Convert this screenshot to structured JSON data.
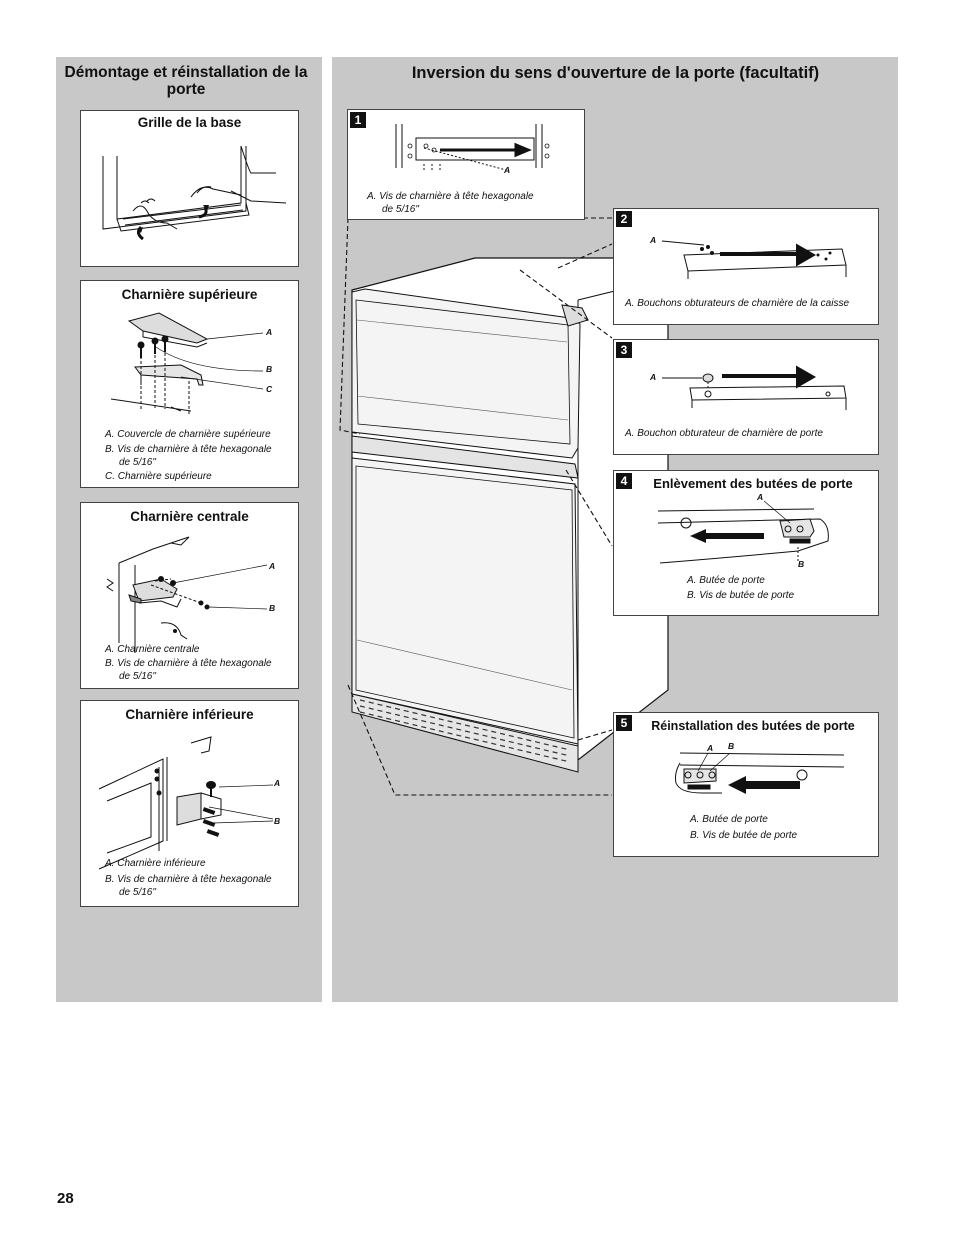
{
  "left": {
    "heading": "Démontage et réinstallation de la porte",
    "grille": {
      "title": "Grille de la base"
    },
    "sup": {
      "title": "Charnière supérieure",
      "labels": [
        "A",
        "B",
        "C"
      ],
      "captions": [
        "A. Couvercle de charnière supérieure",
        "B. Vis de charnière à tête hexagonale",
        "de 5/16\"",
        "C. Charnière supérieure"
      ]
    },
    "centrale": {
      "title": "Charnière centrale",
      "labels": [
        "A",
        "B"
      ],
      "captions": [
        "A. Charnière centrale",
        "B. Vis de charnière à tête hexagonale",
        "de 5/16\""
      ]
    },
    "inf": {
      "title": "Charnière inférieure",
      "labels": [
        "A",
        "B"
      ],
      "captions": [
        "A. Charnière inférieure",
        "B. Vis de charnière à tête hexagonale",
        "de 5/16\""
      ]
    }
  },
  "right": {
    "heading": "Inversion du sens d'ouverture de la porte (facultatif)",
    "steps": [
      {
        "num": "1",
        "label": "A",
        "captions": [
          "A. Vis de charnière à tête hexagonale",
          "de 5/16\""
        ]
      },
      {
        "num": "2",
        "label": "A",
        "captions": [
          "A. Bouchons obturateurs de charnière de la caisse"
        ]
      },
      {
        "num": "3",
        "label": "A",
        "captions": [
          "A. Bouchon obturateur de charnière de porte"
        ]
      },
      {
        "num": "4",
        "title": "Enlèvement des butées de porte",
        "labels": [
          "A",
          "B"
        ],
        "captions": [
          "A. Butée de porte",
          "B. Vis de butée de porte"
        ]
      },
      {
        "num": "5",
        "title": "Réinstallation des butées de porte",
        "labels": [
          "A",
          "B"
        ],
        "captions": [
          "A. Butée de porte",
          "B. Vis de butée de porte"
        ]
      }
    ]
  },
  "page_number": "28"
}
